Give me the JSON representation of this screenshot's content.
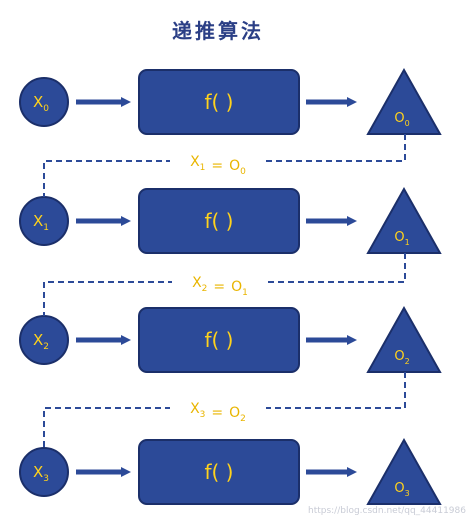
{
  "title": "递推算法",
  "colors": {
    "node_fill": "#2c4a98",
    "node_stroke": "#1b2f6a",
    "label": "#ffd21c",
    "equation": "#e9b500",
    "connector": "#2c4a98",
    "title": "#2b3f86"
  },
  "rows": [
    {
      "input": {
        "base": "X",
        "sub": "0"
      },
      "function": "f( )",
      "output": {
        "base": "O",
        "sub": "0"
      }
    },
    {
      "input": {
        "base": "X",
        "sub": "1"
      },
      "function": "f( )",
      "output": {
        "base": "O",
        "sub": "1"
      }
    },
    {
      "input": {
        "base": "X",
        "sub": "2"
      },
      "function": "f( )",
      "output": {
        "base": "O",
        "sub": "2"
      }
    },
    {
      "input": {
        "base": "X",
        "sub": "3"
      },
      "function": "f( )",
      "output": {
        "base": "O",
        "sub": "3"
      }
    }
  ],
  "links": [
    {
      "lhs": {
        "base": "X",
        "sub": "1"
      },
      "eq": "=",
      "rhs": {
        "base": "O",
        "sub": "0"
      }
    },
    {
      "lhs": {
        "base": "X",
        "sub": "2"
      },
      "eq": "=",
      "rhs": {
        "base": "O",
        "sub": "1"
      }
    },
    {
      "lhs": {
        "base": "X",
        "sub": "3"
      },
      "eq": "=",
      "rhs": {
        "base": "O",
        "sub": "2"
      }
    }
  ],
  "watermark": "https://blog.csdn.net/qq_44411986"
}
